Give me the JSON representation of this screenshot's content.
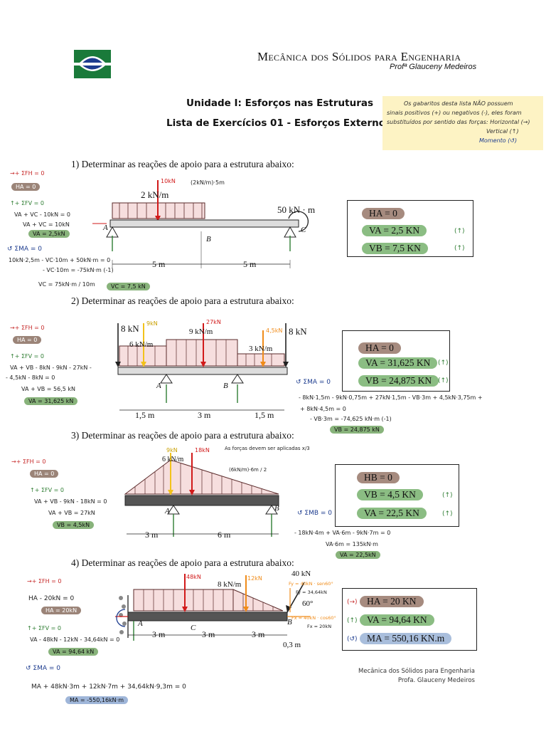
{
  "header": {
    "title": "Mecânica dos Sólidos para Engenharia",
    "professor": "Profª  Glauceny Medeiros",
    "unit": "Unidade I: Esforços nas Estruturas",
    "list": "Lista de Exercícios 01 - Esforços Externos"
  },
  "note": {
    "line1": "Os gabaritos desta lista NÃO possuem",
    "line2": "sinais positivos (+) ou negativos (-), eles foram",
    "line3": "substituídos por sentido das forças: Horizontal (→)",
    "line4": "Vertical (↑)",
    "line5": "Momento (↺)"
  },
  "exercises": [
    {
      "question": "1)    Determinar as reações de apoio para a estrutura abaixo:",
      "answers": [
        "HA = 0",
        "VA = 2,5 KN",
        "VB = 7,5 KN"
      ],
      "marks": [
        "",
        "(↑)",
        "(↑)"
      ],
      "loads": {
        "dist": "2 kN/m",
        "moment": "50 kN · m",
        "span1": "5 m",
        "span2": "5 m",
        "resultant": "10kN",
        "res_note": "(2kN/m)·5m",
        "A": "A",
        "B": "B",
        "C": "C"
      },
      "work": [
        "→+ ΣFH = 0",
        "HA = 0",
        "↑+ ΣFV = 0",
        "VA + VC - 10kN = 0",
        "VA + VC = 10kN",
        "VA = 2,5kN",
        "↺ ΣMA = 0",
        "10kN·2,5m - VC·10m + 50kN·m = 0",
        "- VC·10m = -75kN·m (-1)",
        "VC = 75kN·m / 10m",
        "VC = 7,5 kN"
      ]
    },
    {
      "question": "2)    Determinar as reações de apoio para a estrutura abaixo:",
      "answers": [
        "HA = 0",
        "VA = 31,625 KN",
        "VB = 24,875 KN"
      ],
      "marks": [
        "",
        "(↑)",
        "(↑)"
      ],
      "loads": {
        "p1": "8 kN",
        "p2": "8 kN",
        "d1": "6 kN/m",
        "d2": "9 kN/m",
        "d3": "3 kN/m",
        "r1": "9kN",
        "r2": "27kN",
        "r3": "4,5kN",
        "s1": "1,5 m",
        "s2": "3 m",
        "s3": "1,5 m",
        "A": "A",
        "B": "B"
      },
      "work": [
        "→+ ΣFH = 0",
        "HA = 0",
        "↑+ ΣFV = 0",
        "VA + VB - 8kN - 9kN - 27kN -",
        "- 4,5kN - 8kN = 0",
        "VA + VB = 56,5 kN",
        "VA = 31,625 kN",
        "↺ ΣMA = 0",
        "- 8kN·1,5m - 9kN·0,75m + 27kN·1,5m - VB·3m + 4,5kN·3,75m +",
        "+ 8kN·4,5m = 0",
        "- VB·3m = -74,625 kN·m (-1)",
        "VB = 24,875 kN"
      ]
    },
    {
      "question": "3)    Determinar as reações de apoio para a estrutura abaixo:",
      "answers": [
        "HB = 0",
        "VB = 4,5 KN",
        "VA = 22,5 KN"
      ],
      "marks": [
        "",
        "(↑)",
        "(↑)"
      ],
      "loads": {
        "d": "6 kN/m",
        "r1": "9kN",
        "r2": "18kN",
        "s1": "3 m",
        "s2": "6 m",
        "note": "As forças devem ser aplicadas x/3",
        "tri": "(6kN/m)·6m / 2",
        "A": "A",
        "B": "B"
      },
      "work": [
        "→+ ΣFH = 0",
        "HA = 0",
        "↑+ ΣFV = 0",
        "VA + VB - 9kN - 18kN = 0",
        "VA + VB = 27kN",
        "VB = 4,5kN",
        "↺ ΣMB = 0",
        "- 18kN·4m + VA·6m - 9kN·7m = 0",
        "VA·6m = 135kN·m",
        "VA = 22,5kN"
      ]
    },
    {
      "question": "4)    Determinar as reações de apoio para a estrutura abaixo:",
      "answers": [
        "HA = 20 KN",
        "VA = 94,64 KN",
        "MA = 550,16 KN.m"
      ],
      "marks": [
        "(→)",
        "(↑)",
        "(↺)"
      ],
      "loads": {
        "d": "8 kN/m",
        "p": "40 kN",
        "angle": "60°",
        "r1": "48kN",
        "r2": "12kN",
        "fy": "Fy = 40kN · sen60°",
        "fy2": "Fy = 34,64kN",
        "fx": "Fx = 40kN · cos60°",
        "fx2": "Fx = 20kN",
        "s1": "3 m",
        "s2": "3 m",
        "s3": "3 m",
        "s4": "0,3 m",
        "A": "A",
        "B": "B",
        "C": "C"
      },
      "work": [
        "→+ ΣFH = 0",
        "HA - 20kN = 0",
        "HA = 20kN",
        "↑+ ΣFV = 0",
        "VA - 48kN - 12kN - 34,64kN = 0",
        "VA = 94,64 kN",
        "↺ ΣMA = 0",
        "MA + 48kN·3m + 12kN·7m + 34,64kN·9,3m = 0",
        "MA = -550,16kN·m"
      ]
    }
  ],
  "footer": {
    "line1": "Mecânica dos Sólidos para Engenharia",
    "line2": "Profa. Glauceny Medeiros"
  },
  "colors": {
    "load_fill": "#f6dede",
    "load_stroke": "#5a2a2a",
    "red": "#d11a1a",
    "orange": "#f08c1a",
    "yellow": "#f2c21b",
    "green": "#2e7d32",
    "logo_green": "#1a7a3a",
    "logo_blue": "#1d3c8f"
  }
}
